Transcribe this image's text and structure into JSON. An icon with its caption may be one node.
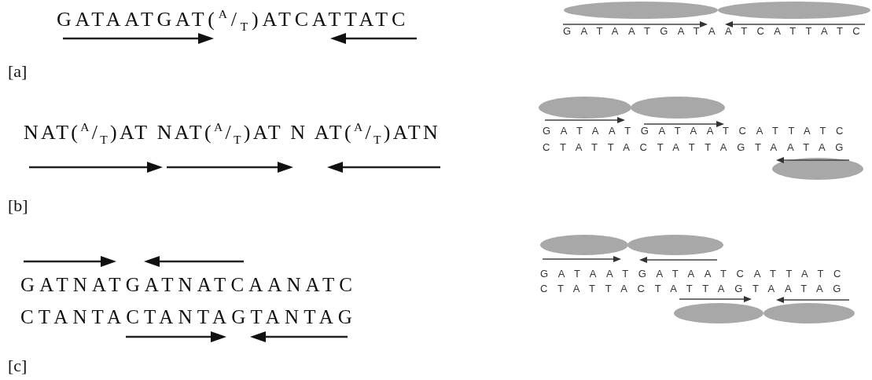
{
  "diagram": {
    "nodes": [
      {
        "text": [],
        "shape": "ellipse"
      },
      {
        "text": [],
        "shape": "ellipse"
      },
      {
        "text": [],
        "shape": "ellipse"
      },
      {
        "text": [],
        "shape": "ellipse"
      },
      {
        "text": [],
        "shape": "ellipse"
      },
      {
        "text": [],
        "shape": "ellipse"
      },
      {
        "text": [],
        "shape": "ellipse"
      },
      {
        "text": [],
        "shape": "ellipse"
      },
      {
        "text": [],
        "shape": "ellipse"
      }
    ],
    "labels": [
      "GATAATGAT($^{A}$/$_{T}$)ATCATTATC",
      "GATAATGATAATCATTATC",
      "[a]",
      "NAT($^{A}$/$_{T}$)AT NAT($^{A}$/$_{T}$)AT N AT($^{A}$/$_{T}$)ATN",
      "GATAATGATAATCATTATC",
      "CTATTACTATTAGTAATAG",
      "[b]",
      "GATNATGATNATCAANATC",
      "CTANTACTANTAGTANTAG",
      "GATAATGATAATCATTATC",
      "CTATTACTATTAGTAATAG",
      "[c]"
    ]
  }
}
